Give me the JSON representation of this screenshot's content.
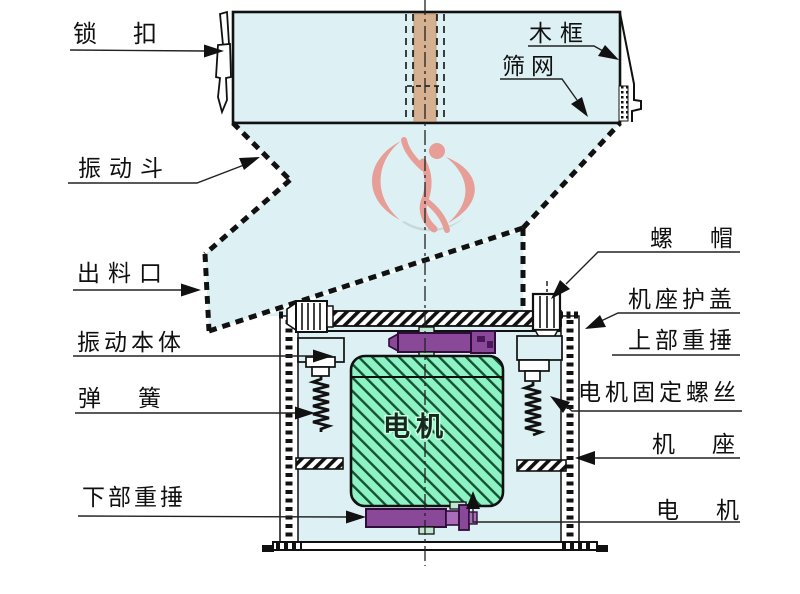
{
  "diagram": {
    "type": "vibrating-sieve-machine-section-diagram",
    "labels": {
      "lock": "锁　扣",
      "wood_frame": "木框",
      "sieve_mesh": "筛网",
      "vibrating_hopper": "振动斗",
      "discharge_outlet": "出料口",
      "nut": "螺　帽",
      "base_cover": "机座护盖",
      "vibrating_body": "振动本体",
      "upper_weight": "上部重捶",
      "spring": "弹　簧",
      "motor_fixing_screw": "电机固定螺丝",
      "base": "机　座",
      "lower_weight": "下部重捶",
      "motor": "电　机",
      "motor_block": "电机"
    },
    "colors": {
      "panel_blue": "#ddf1f5",
      "motor_green": "#8df2c6",
      "motor_hatch": "#14532f",
      "weight_purple": "#8a4898",
      "weight_purple_light": "#a86cb8",
      "wood_tan": "#d5b192",
      "logo_salmon": "#e8978f",
      "line": "#111111"
    }
  }
}
